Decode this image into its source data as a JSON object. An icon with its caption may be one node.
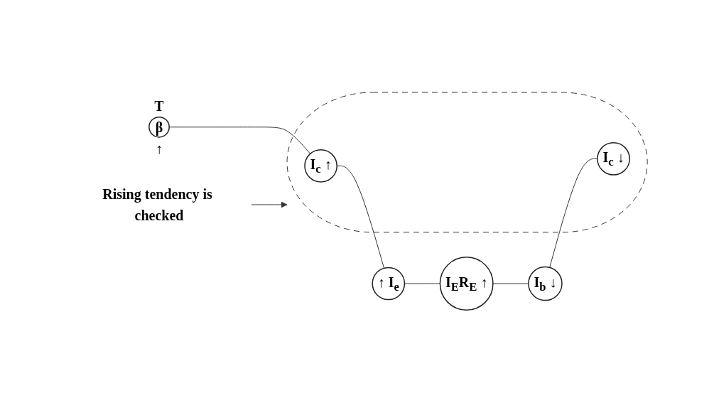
{
  "diagram": {
    "nodes": [
      {
        "text": [
          "T",
          "β",
          "↑"
        ]
      },
      {
        "text": [],
        "shape": "ellipse"
      },
      {
        "text": [
          "I$_{c}$ ↑"
        ],
        "in": 1
      },
      {
        "text": [
          "I$_{c}$ ↓"
        ],
        "in": 1
      },
      {
        "text": [
          "↑ I$_{e}$"
        ]
      },
      {
        "text": [
          "I$_{E}$R$_{E}$ ↑"
        ]
      },
      {
        "text": [
          "I$_{b}$ ↓"
        ]
      },
      {
        "text": [
          "Rising tendency is checked"
        ]
      }
    ],
    "edges": [
      {
        "from": 0,
        "to": 2,
        "arrow": "none"
      },
      {
        "from": 2,
        "to": 4,
        "arrow": "none"
      },
      {
        "from": 4,
        "to": 5,
        "arrow": "none"
      },
      {
        "from": 5,
        "to": 6,
        "arrow": "none"
      },
      {
        "from": 6,
        "to": 3,
        "arrow": "none"
      },
      {
        "from": 7,
        "to": 1,
        "arrow": "to"
      }
    ]
  }
}
